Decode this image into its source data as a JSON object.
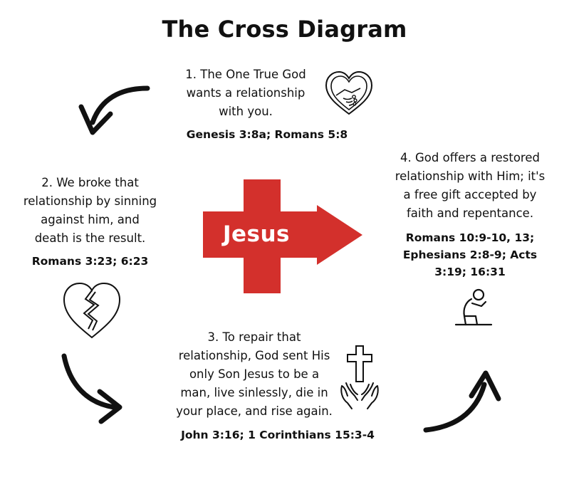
{
  "title": "The Cross Diagram",
  "center_label": "Jesus",
  "colors": {
    "cross": "#d3302c",
    "ink": "#111111"
  },
  "steps": [
    {
      "lines": [
        "1. The One True God",
        "wants a relationship",
        "with you."
      ],
      "reference": [
        "Genesis 3:8a; Romans 5:8"
      ],
      "icon": "heart-handshake-icon"
    },
    {
      "lines": [
        "2. We broke that",
        "relationship by sinning",
        "against him, and",
        "death is the result."
      ],
      "reference": [
        "Romans 3:23; 6:23"
      ],
      "icon": "broken-heart-icon"
    },
    {
      "lines": [
        "3. To repair that",
        "relationship, God sent His",
        "only Son Jesus to be a",
        "man, live sinlessly, die in",
        "your place, and rise again."
      ],
      "reference": [
        "John 3:16; 1 Corinthians 15:3-4"
      ],
      "icon": "cross-hands-icon"
    },
    {
      "lines": [
        "4. God offers a restored",
        "relationship with Him; it's",
        "a free gift accepted by",
        "faith and repentance."
      ],
      "reference": [
        "Romans 10:9-10, 13;",
        "Ephesians 2:8-9; Acts",
        "3:19; 16:31"
      ],
      "icon": "kneeling-prayer-icon"
    }
  ]
}
